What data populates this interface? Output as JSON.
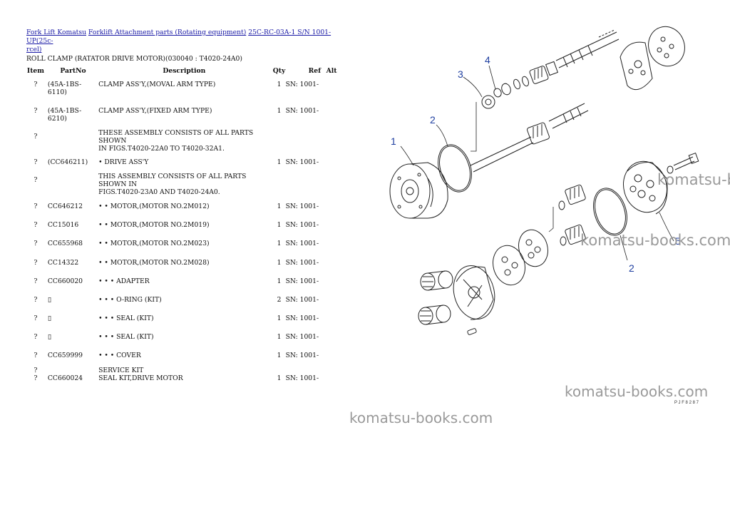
{
  "breadcrumb": {
    "link1": "Fork Lift Komatsu",
    "link2": "Forklift Attachment parts (Rotating equipment)",
    "link3a": "25C-RC-03A-1 S/N 1001-UP(25c-",
    "link3b": "rcel)"
  },
  "subtitle": "ROLL CLAMP (RATATOR DRIVE MOTOR)(030040 : T4020-24A0)",
  "columns": {
    "item": "Item",
    "partno": "PartNo",
    "description": "Description",
    "qty": "Qty",
    "ref": "Ref",
    "alt": "Alt"
  },
  "rows": [
    {
      "item": "?",
      "partno": "(45A-1BS-6110)",
      "d1": "CLAMP ASS'Y,(MOVAL ARM TYPE)",
      "d2": "",
      "qty": "1",
      "ref": "SN: 1001-"
    },
    {
      "item": "?",
      "partno": "(45A-1BS-6210)",
      "d1": "CLAMP ASS'Y,(FIXED ARM TYPE)",
      "d2": "",
      "qty": "1",
      "ref": "SN: 1001-"
    },
    {
      "item": "?",
      "partno": "",
      "d1": "THESE ASSEMBLY CONSISTS OF ALL PARTS SHOWN",
      "d2": "IN FIGS.T4020-22A0 TO T4020-32A1.",
      "qty": "",
      "ref": ""
    },
    {
      "item": "?",
      "partno": "(CC646211)",
      "d1": "• DRIVE ASS'Y",
      "d2": "",
      "qty": "1",
      "ref": "SN: 1001-"
    },
    {
      "item": "?",
      "partno": "",
      "d1": "THIS ASSEMBLY CONSISTS OF ALL PARTS SHOWN IN",
      "d2": "FIGS.T4020-23A0 AND T4020-24A0.",
      "qty": "",
      "ref": ""
    },
    {
      "item": "?",
      "partno": "CC646212",
      "d1": "• • MOTOR,(MOTOR NO.2M012)",
      "d2": "",
      "qty": "1",
      "ref": "SN: 1001-"
    },
    {
      "item": "?",
      "partno": "CC15016",
      "d1": "• • MOTOR,(MOTOR NO.2M019)",
      "d2": "",
      "qty": "1",
      "ref": "SN: 1001-"
    },
    {
      "item": "?",
      "partno": "CC655968",
      "d1": "• • MOTOR,(MOTOR NO.2M023)",
      "d2": "",
      "qty": "1",
      "ref": "SN: 1001-"
    },
    {
      "item": "?",
      "partno": "CC14322",
      "d1": "• • MOTOR,(MOTOR NO.2M028)",
      "d2": "",
      "qty": "1",
      "ref": "SN: 1001-"
    },
    {
      "item": "?",
      "partno": "CC660020",
      "d1": "• • • ADAPTER",
      "d2": "",
      "qty": "1",
      "ref": "SN: 1001-"
    },
    {
      "item": "?",
      "partno": "▯",
      "d1": "• • • O-RING (KIT)",
      "d2": "",
      "qty": "2",
      "ref": "SN: 1001-"
    },
    {
      "item": "?",
      "partno": "▯",
      "d1": "• • • SEAL (KIT)",
      "d2": "",
      "qty": "1",
      "ref": "SN: 1001-"
    },
    {
      "item": "?",
      "partno": "▯",
      "d1": "• • • SEAL (KIT)",
      "d2": "",
      "qty": "1",
      "ref": "SN: 1001-"
    },
    {
      "item": "?",
      "partno": "CC659999",
      "d1": "• • • COVER",
      "d2": "",
      "qty": "1",
      "ref": "SN: 1001-"
    }
  ],
  "service": {
    "item1": "?",
    "label": "SERVICE KIT",
    "item2": "?",
    "partno": "CC660024",
    "desc": "SEAL KIT,DRIVE MOTOR",
    "qty": "1",
    "ref": "SN: 1001-"
  },
  "diagram": {
    "callouts": [
      "1",
      "2",
      "3",
      "4",
      "2",
      "5"
    ],
    "figure_code": "P J F 8 2 8 7",
    "callout_color": "#1f3fa0"
  },
  "watermarks": [
    "komatsu-books.com",
    "komatsu-books.com",
    "komatsu-books.com",
    "komatsu-books.com"
  ]
}
